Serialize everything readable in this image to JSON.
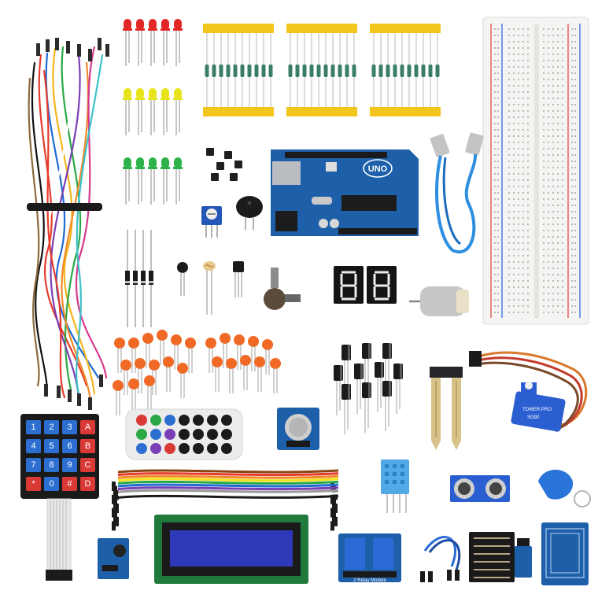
{
  "arduino_board": {
    "logo_text": "UNO"
  },
  "keypad": {
    "keys": [
      "1",
      "2",
      "3",
      "A",
      "4",
      "5",
      "6",
      "B",
      "7",
      "8",
      "9",
      "C",
      "*",
      "0",
      "#",
      "D"
    ]
  },
  "servo": {
    "brand_text": "TOWER PRO",
    "model_text": "SG90"
  },
  "relay_module": {
    "label_text": "2 Relay Module"
  },
  "colors": {
    "board_blue": "#1d5fa8",
    "led_red": "#e32626",
    "led_yellow": "#e8e41c",
    "led_green": "#2db34a",
    "capacitor_orange": "#f06a25",
    "resistor_band_yellow": "#f2c61c",
    "lcd_screen": "#2d39b8",
    "pcb_green": "#21423a"
  }
}
